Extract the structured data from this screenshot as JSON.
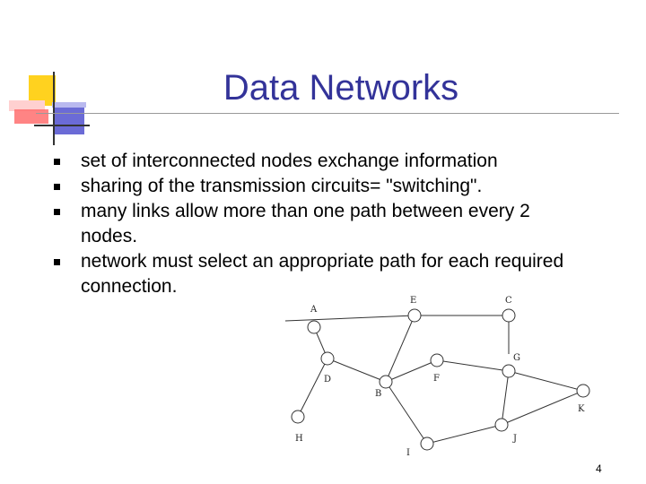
{
  "slide": {
    "title": "Data Networks",
    "bullets": [
      "set of interconnected nodes exchange information",
      "sharing of the transmission circuits= \"switching\".",
      "many links allow more than one path between every 2 nodes.",
      "network must select an appropriate path for each required connection."
    ],
    "page_number": "4"
  },
  "diagram": {
    "nodes": [
      {
        "id": "A",
        "label": "A"
      },
      {
        "id": "E_top",
        "label": "E"
      },
      {
        "id": "C",
        "label": "C"
      },
      {
        "id": "G",
        "label": "G"
      },
      {
        "id": "D",
        "label": "D"
      },
      {
        "id": "B",
        "label": "B"
      },
      {
        "id": "F",
        "label": "F"
      },
      {
        "id": "K",
        "label": "K"
      },
      {
        "id": "H",
        "label": "H"
      },
      {
        "id": "I",
        "label": "I"
      },
      {
        "id": "J",
        "label": "J"
      }
    ]
  },
  "colors": {
    "title": "#333399",
    "accent_yellow": "#ffd21f",
    "accent_red": "#ff6f6f",
    "accent_blue": "#6b6bd6"
  }
}
